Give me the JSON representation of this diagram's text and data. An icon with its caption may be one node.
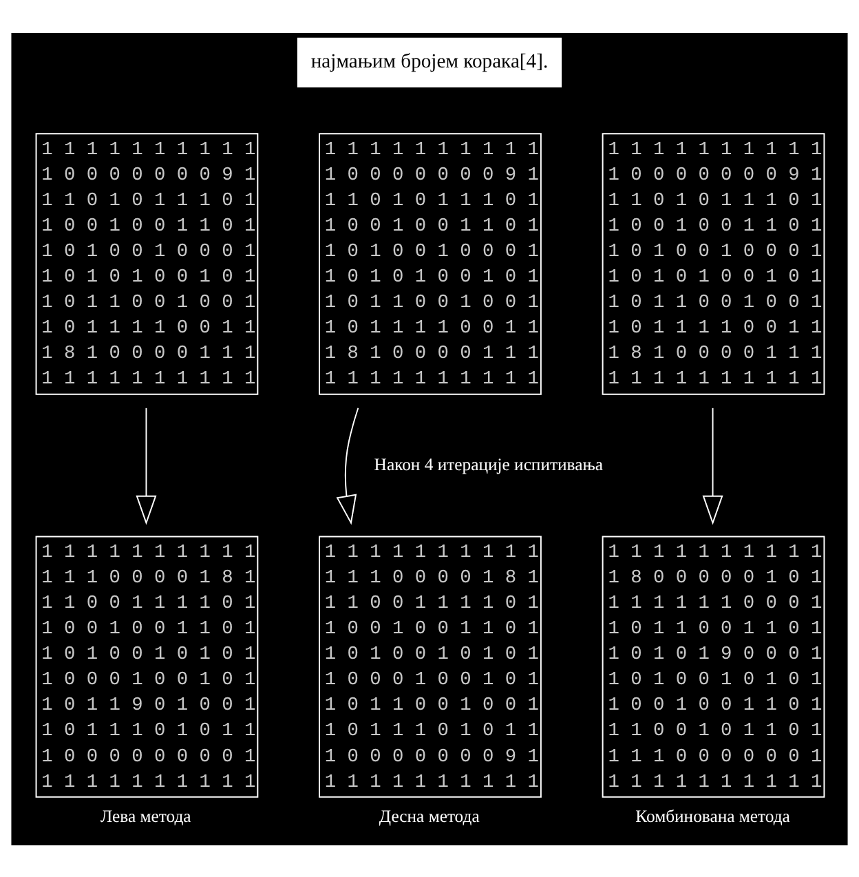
{
  "diagram": {
    "nodes": [
      {
        "text": [
          "1 1 1 1 1 1 1 1 1 1",
          "1 0 0 0 0 0 0 0 9 1",
          "1 1 0 1 0 1 1 1 0 1",
          "1 0 0 1 0 0 1 1 0 1",
          "1 0 1 0 0 1 0 0 0 1",
          "1 0 1 0 1 0 0 1 0 1",
          "1 0 1 1 0 0 1 0 0 1",
          "1 0 1 1 1 1 0 0 1 1",
          "1 8 1 0 0 0 0 1 1 1",
          "1 1 1 1 1 1 1 1 1 1"
        ]
      },
      {
        "text": [
          "1 1 1 1 1 1 1 1 1 1",
          "1 0 0 0 0 0 0 0 9 1",
          "1 1 0 1 0 1 1 1 0 1",
          "1 0 0 1 0 0 1 1 0 1",
          "1 0 1 0 0 1 0 0 0 1",
          "1 0 1 0 1 0 0 1 0 1",
          "1 0 1 1 0 0 1 0 0 1",
          "1 0 1 1 1 1 0 0 1 1",
          "1 8 1 0 0 0 0 1 1 1",
          "1 1 1 1 1 1 1 1 1 1"
        ]
      },
      {
        "text": [
          "1 1 1 1 1 1 1 1 1 1",
          "1 0 0 0 0 0 0 0 9 1",
          "1 1 0 1 0 1 1 1 0 1",
          "1 0 0 1 0 0 1 1 0 1",
          "1 0 1 0 0 1 0 0 0 1",
          "1 0 1 0 1 0 0 1 0 1",
          "1 0 1 1 0 0 1 0 0 1",
          "1 0 1 1 1 1 0 0 1 1",
          "1 8 1 0 0 0 0 1 1 1",
          "1 1 1 1 1 1 1 1 1 1"
        ]
      },
      {
        "text": [
          "1 1 1 1 1 1 1 1 1 1",
          "1 1 1 0 0 0 0 1 8 1",
          "1 1 0 0 1 1 1 1 0 1",
          "1 0 0 1 0 0 1 1 0 1",
          "1 0 1 0 0 1 0 1 0 1",
          "1 0 0 0 1 0 0 1 0 1",
          "1 0 1 1 9 0 1 0 0 1",
          "1 0 1 1 1 0 1 0 1 1",
          "1 0 0 0 0 0 0 0 0 1",
          "1 1 1 1 1 1 1 1 1 1"
        ],
        "beside": [
          "Лева метода"
        ]
      },
      {
        "text": [
          "1 1 1 1 1 1 1 1 1 1",
          "1 1 1 0 0 0 0 1 8 1",
          "1 1 0 0 1 1 1 1 0 1",
          "1 0 0 1 0 0 1 1 0 1",
          "1 0 1 0 0 1 0 1 0 1",
          "1 0 0 0 1 0 0 1 0 1",
          "1 0 1 1 0 0 1 0 0 1",
          "1 0 1 1 1 0 1 0 1 1",
          "1 0 0 0 0 0 0 0 9 1",
          "1 1 1 1 1 1 1 1 1 1"
        ],
        "beside": [
          "Десна метода"
        ]
      },
      {
        "text": [
          "1 1 1 1 1 1 1 1 1 1",
          "1 8 0 0 0 0 0 1 0 1",
          "1 1 1 1 1 1 0 0 0 1",
          "1 0 1 1 0 0 1 1 0 1",
          "1 0 1 0 1 9 0 0 0 1",
          "1 0 1 0 0 1 0 1 0 1",
          "1 0 0 1 0 0 1 1 0 1",
          "1 1 0 0 1 0 1 1 0 1",
          "1 1 1 0 0 0 0 0 0 1",
          "1 1 1 1 1 1 1 1 1 1"
        ],
        "beside": [
          "Комбинована метода"
        ]
      }
    ],
    "edges": [
      {
        "from": 0,
        "to": 3,
        "arrow": "to"
      },
      {
        "from": 1,
        "to": 4,
        "arrow": "to"
      },
      {
        "from": 2,
        "to": 5,
        "arrow": "to"
      }
    ],
    "labels": [
      "најмањим бројем корака[4].",
      "Након 4 итерације испитивања"
    ]
  }
}
